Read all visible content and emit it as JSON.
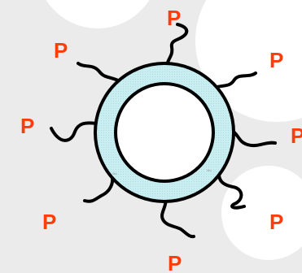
{
  "colors": {
    "background": "#ebebeb",
    "blob": "#ffffff",
    "shell_fill": "#c9eef2",
    "outline": "#000000",
    "core_fill": "#ffffff",
    "label": "#ff3c0a",
    "tiny_text": "#9a9a9a"
  },
  "labels": {
    "top": "P",
    "top_left": "P",
    "top_right": "P",
    "left": "P",
    "right": "P",
    "bottom_left": "P",
    "bottom_right": "P",
    "bottom": "P"
  },
  "tiny_text": {
    "left": "Ma",
    "right": "Ma"
  }
}
